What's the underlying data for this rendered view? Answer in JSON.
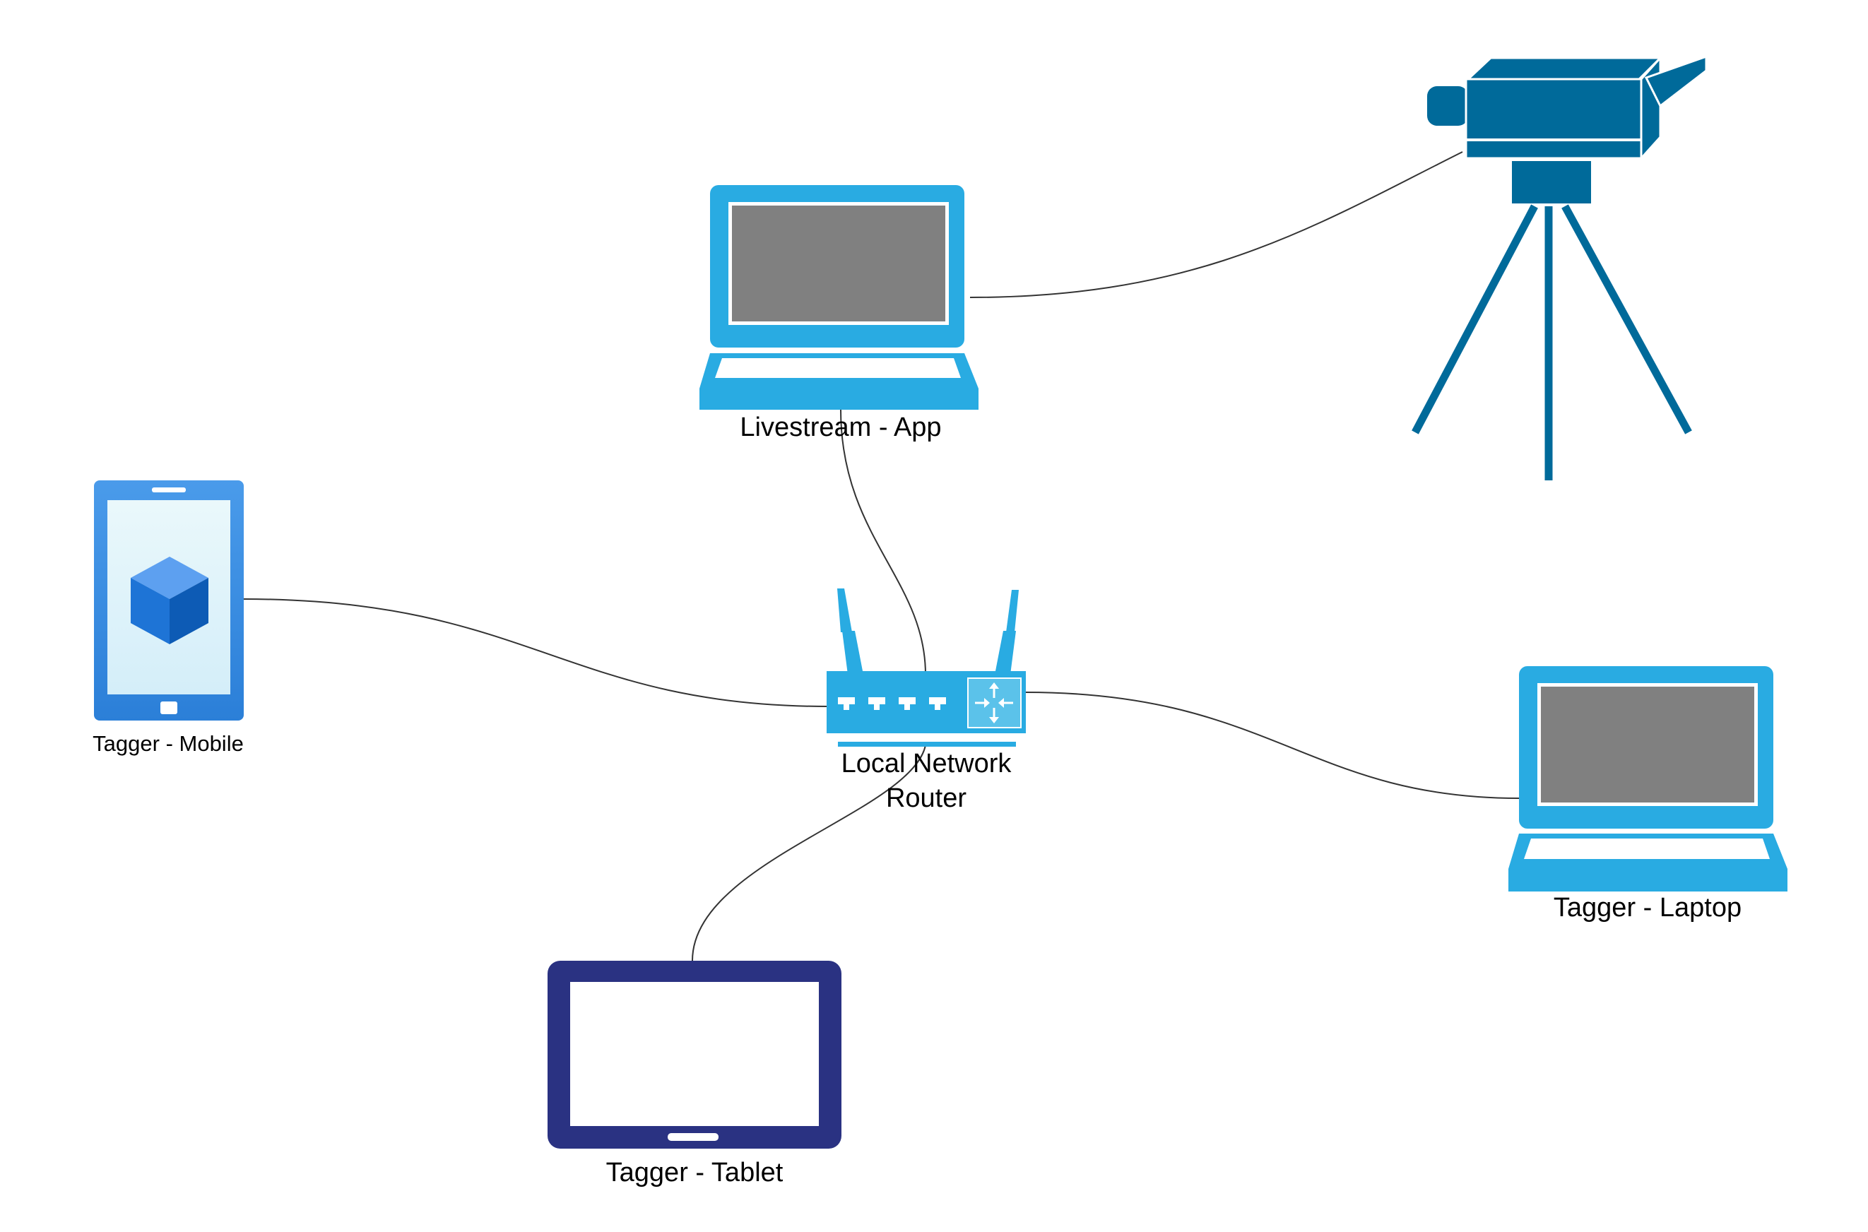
{
  "nodes": {
    "livestream_app": {
      "label": "Livestream - App",
      "icon": "laptop-icon"
    },
    "camera": {
      "label": "",
      "icon": "video-camera-tripod-icon"
    },
    "router": {
      "label_line1": "Local Network",
      "label_line2": "Router",
      "icon": "wireless-router-icon"
    },
    "tagger_mobile": {
      "label": "Tagger - Mobile",
      "icon": "mobile-phone-icon"
    },
    "tagger_laptop": {
      "label": "Tagger - Laptop",
      "icon": "laptop-icon"
    },
    "tagger_tablet": {
      "label": "Tagger - Tablet",
      "icon": "tablet-icon"
    }
  },
  "connections": [
    {
      "from": "livestream_app",
      "to": "camera"
    },
    {
      "from": "livestream_app",
      "to": "router"
    },
    {
      "from": "tagger_mobile",
      "to": "router"
    },
    {
      "from": "router",
      "to": "tagger_laptop"
    },
    {
      "from": "router",
      "to": "tagger_tablet"
    }
  ],
  "colors": {
    "device_blue": "#29ABE2",
    "screen_gray": "#808080",
    "camera_blue": "#006A9A",
    "tablet_navy": "#2A3282",
    "phone_blue": "#2E86DE",
    "connector": "#333333"
  }
}
